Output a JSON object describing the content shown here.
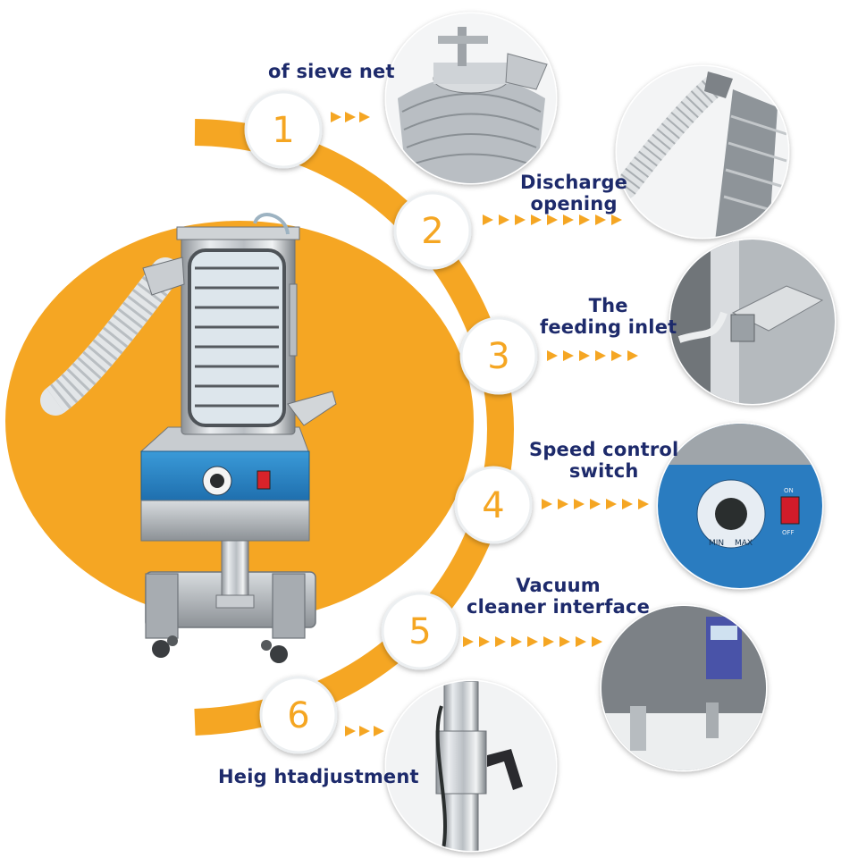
{
  "palette": {
    "accent": "#f5a623",
    "label_text": "#1d2a6b",
    "circle_fill": "#ffffff"
  },
  "features": [
    {
      "number": "1",
      "label_lines": [
        "of sieve net"
      ],
      "photo": "sieve-net-photo"
    },
    {
      "number": "2",
      "label_lines": [
        "Discharge",
        "opening"
      ],
      "photo": "discharge-opening-photo"
    },
    {
      "number": "3",
      "label_lines": [
        "The",
        "feeding inlet"
      ],
      "photo": "feeding-inlet-photo"
    },
    {
      "number": "4",
      "label_lines": [
        "Speed control",
        "switch"
      ],
      "photo": "speed-control-switch-photo"
    },
    {
      "number": "5",
      "label_lines": [
        "Vacuum",
        "cleaner interface"
      ],
      "photo": "vacuum-interface-photo"
    },
    {
      "number": "6",
      "label_lines": [
        "Heig htadjustment"
      ],
      "photo": "height-adjustment-photo"
    }
  ],
  "control_panel": {
    "min_label": "MIN",
    "max_label": "MAX",
    "on_label": "ON",
    "off_label": "OFF"
  }
}
